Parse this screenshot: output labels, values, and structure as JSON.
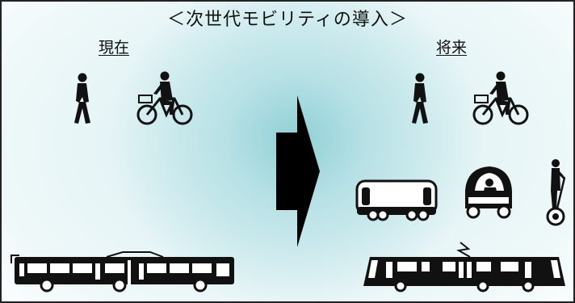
{
  "header": {
    "title": "＜次世代モビリティの導入＞"
  },
  "sections": {
    "now_label": "現在",
    "future_label": "将来"
  },
  "icons": {
    "current": [
      "walker-icon",
      "bicycle-icon",
      "articulated-bus-icon"
    ],
    "future": [
      "walker-icon",
      "bicycle-icon",
      "autonomous-shuttle-icon",
      "single-seat-ev-icon",
      "segway-icon",
      "lrt-tram-icon"
    ],
    "transition": "right-arrow-icon"
  },
  "colors": {
    "ink": "#111111",
    "accent_glow": "#8fd0d6"
  }
}
